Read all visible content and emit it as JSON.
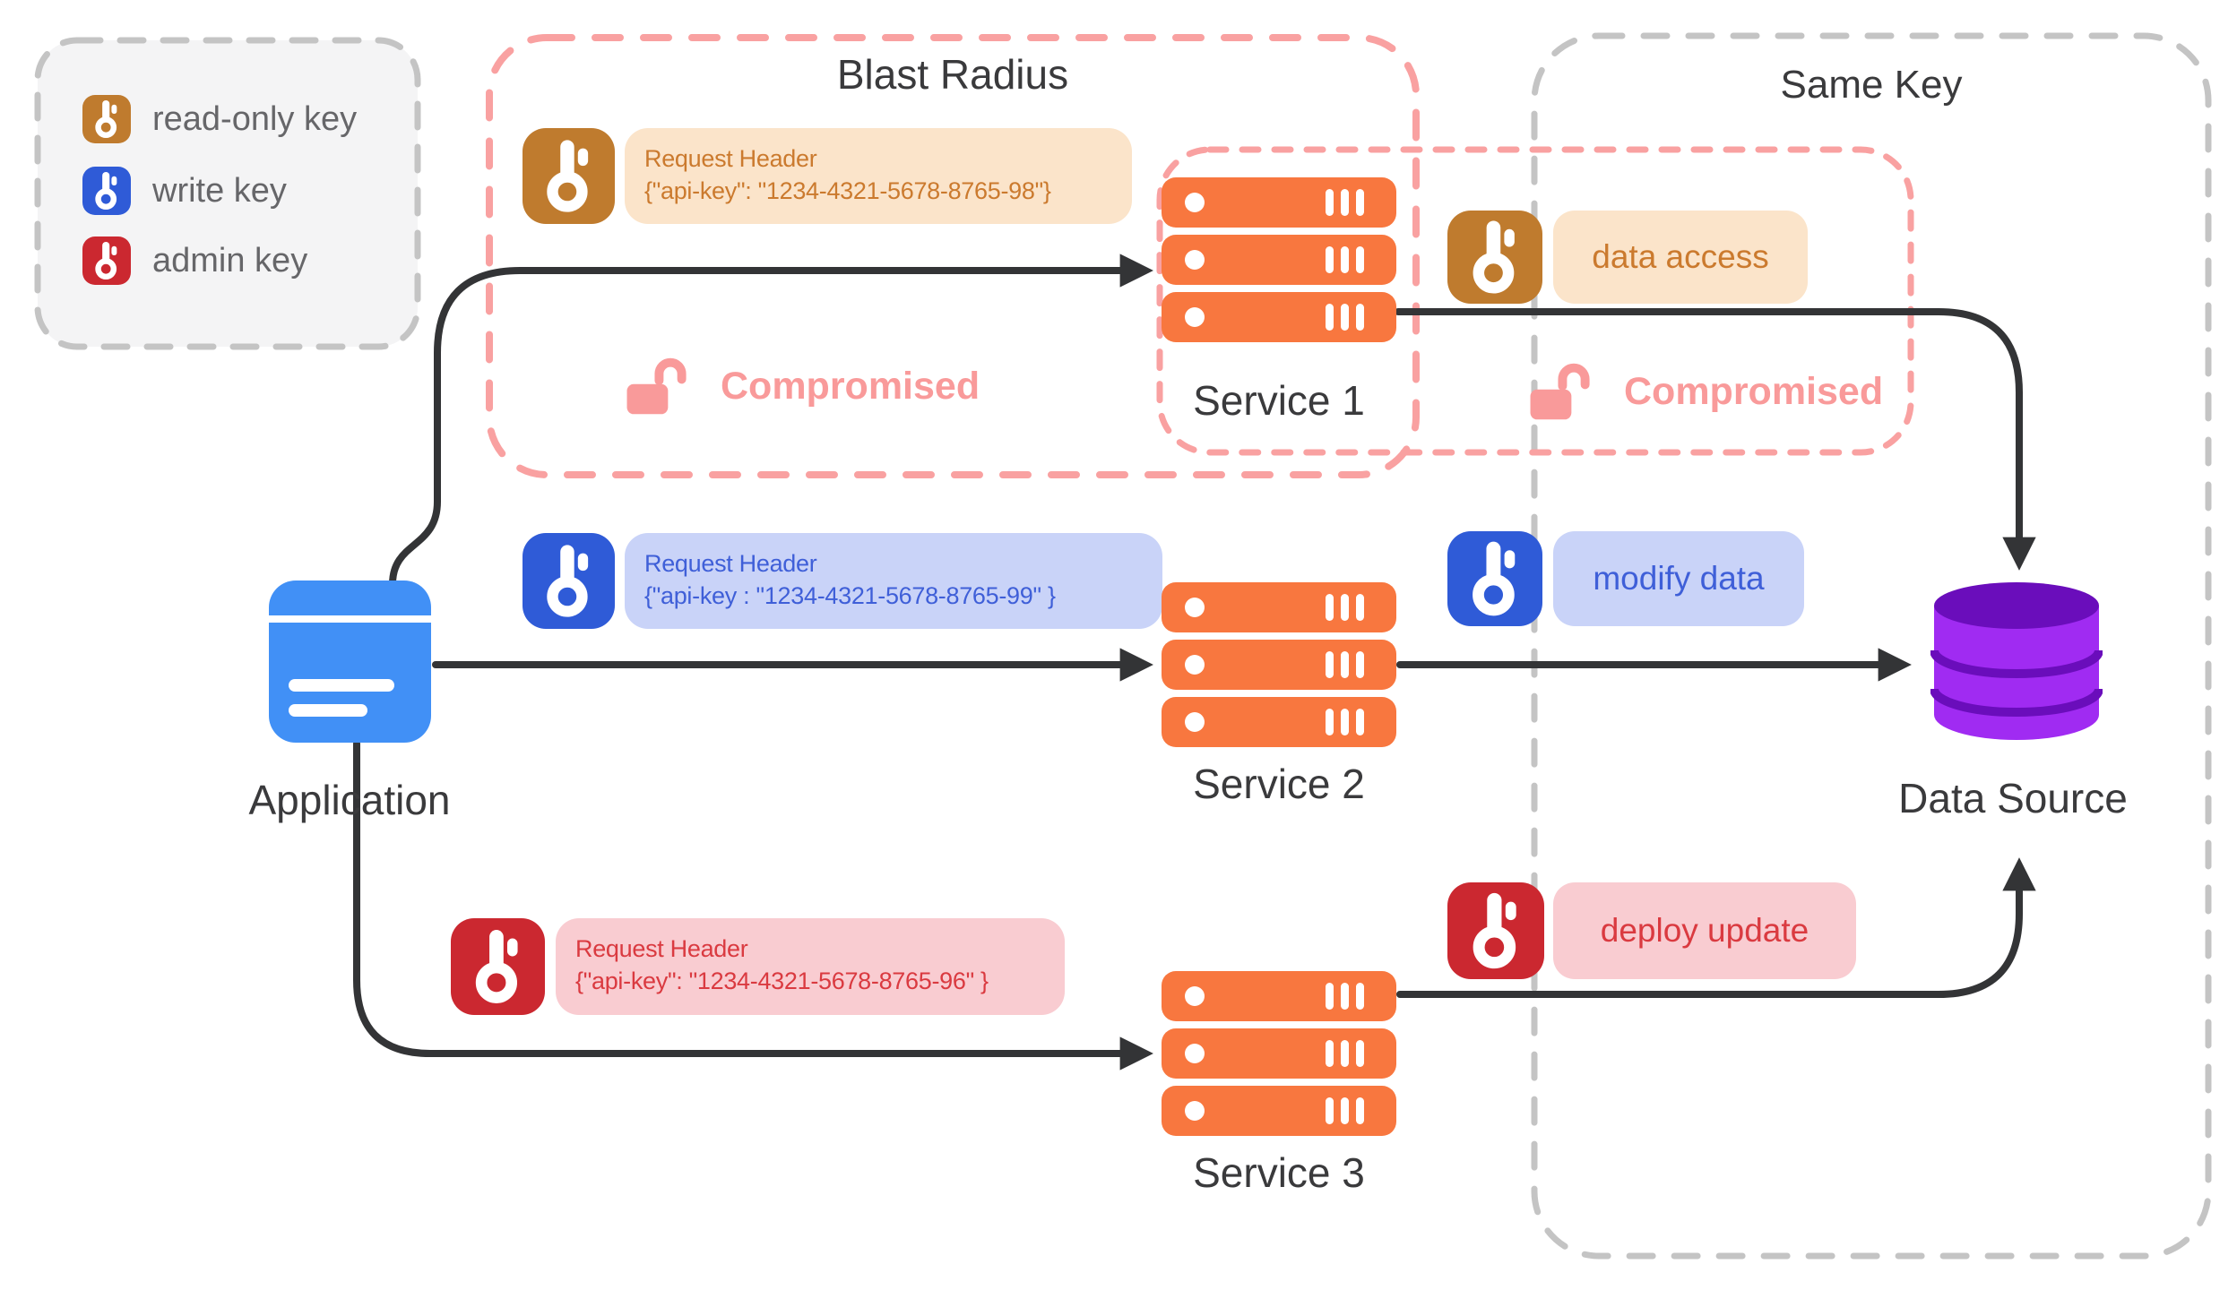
{
  "zones": {
    "blast_radius": "Blast Radius",
    "same_key": "Same Key"
  },
  "legend": {
    "items": [
      {
        "label": "read-only key",
        "key_type": "read-only",
        "color": "#bf7b2e"
      },
      {
        "label": "write key",
        "key_type": "write",
        "color": "#2f5bd7"
      },
      {
        "label": "admin key",
        "key_type": "admin",
        "color": "#cb2830"
      }
    ]
  },
  "nodes": {
    "application": "Application",
    "service1": "Service 1",
    "service2": "Service 2",
    "service3": "Service 3",
    "data_source": "Data Source"
  },
  "requests": [
    {
      "key_type": "read-only",
      "title": "Request Header",
      "header": "{\"api-key\": \"1234-4321-5678-8765-98\"}"
    },
    {
      "key_type": "write",
      "title": "Request Header",
      "header": "{\"api-key : \"1234-4321-5678-8765-99\" }"
    },
    {
      "key_type": "admin",
      "title": "Request Header",
      "header": "{\"api-key\": \"1234-4321-5678-8765-96\" }"
    }
  ],
  "permissions": [
    {
      "label": "data access",
      "key_type": "read-only"
    },
    {
      "label": "modify data",
      "key_type": "write"
    },
    {
      "label": "deploy update",
      "key_type": "admin"
    }
  ],
  "status": {
    "compromised_blast": "Compromised",
    "compromised_same_key": "Compromised"
  },
  "colors": {
    "server_orange": "#f8773f",
    "read_only_key": "#bf7b2e",
    "write_key": "#2f5bd7",
    "admin_key": "#cb2830",
    "peach_pill": "#fbe4ca",
    "blue_pill": "#c9d3f8",
    "pink_pill": "#f9ccd1",
    "compromised_pink": "#f99a9a",
    "blast_dash_pink": "#f9a1a1",
    "gray_dash": "#c4c4c4",
    "application_blue": "#4190f6",
    "database_purple": "#a02bf2",
    "database_purple_dark": "#6a0dbb",
    "arrow_dark": "#333436"
  }
}
